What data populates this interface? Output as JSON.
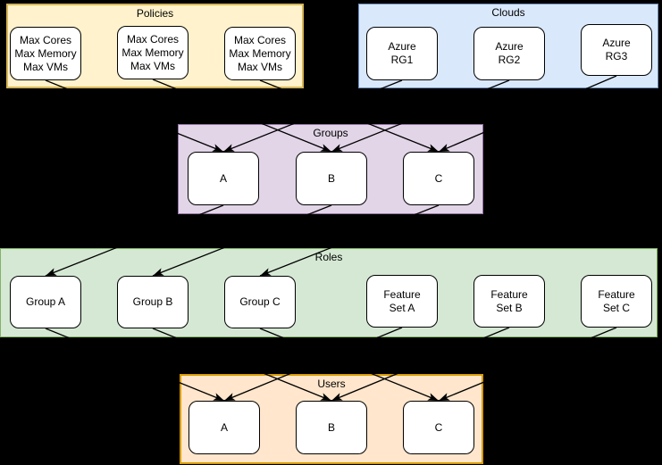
{
  "diagram": {
    "background": "#000000",
    "node_fill": "#FFFFFF",
    "node_border": "#000000",
    "edge_color": "#000000",
    "containers": [
      {
        "id": "policies",
        "title": "Policies",
        "fill": "#FFF2CC",
        "border": "#D6B656"
      },
      {
        "id": "clouds",
        "title": "Clouds",
        "fill": "#DAE8FC",
        "border": "#6C8EBF"
      },
      {
        "id": "groups",
        "title": "Groups",
        "fill": "#E1D5E7",
        "border": "#9673A6"
      },
      {
        "id": "roles",
        "title": "Roles",
        "fill": "#D5E8D4",
        "border": "#82B366"
      },
      {
        "id": "users",
        "title": "Users",
        "fill": "#FFE6CC",
        "border": "#D79B00"
      }
    ],
    "nodes": {
      "policies": [
        {
          "id": "policy-1",
          "label": "Max Cores\nMax Memory\nMax VMs"
        },
        {
          "id": "policy-2",
          "label": "Max Cores\nMax Memory\nMax VMs"
        },
        {
          "id": "policy-3",
          "label": "Max Cores\nMax Memory\nMax VMs"
        }
      ],
      "clouds": [
        {
          "id": "cloud-1",
          "label": "Azure\nRG1"
        },
        {
          "id": "cloud-2",
          "label": "Azure\nRG2"
        },
        {
          "id": "cloud-3",
          "label": "Azure\nRG3"
        }
      ],
      "groups": [
        {
          "id": "group-a",
          "label": "A"
        },
        {
          "id": "group-b",
          "label": "B"
        },
        {
          "id": "group-c",
          "label": "C"
        }
      ],
      "roles": [
        {
          "id": "role-group-a",
          "label": "Group A"
        },
        {
          "id": "role-group-b",
          "label": "Group B"
        },
        {
          "id": "role-group-c",
          "label": "Group C"
        },
        {
          "id": "feature-set-a",
          "label": "Feature\nSet A"
        },
        {
          "id": "feature-set-b",
          "label": "Feature\nSet B"
        },
        {
          "id": "feature-set-c",
          "label": "Feature\nSet C"
        }
      ],
      "users": [
        {
          "id": "user-a",
          "label": "A"
        },
        {
          "id": "user-b",
          "label": "B"
        },
        {
          "id": "user-c",
          "label": "C"
        }
      ]
    },
    "edges": [
      {
        "from": "policy-1",
        "to": "group-a"
      },
      {
        "from": "policy-2",
        "to": "group-b"
      },
      {
        "from": "policy-3",
        "to": "group-c"
      },
      {
        "from": "cloud-1",
        "to": "group-a"
      },
      {
        "from": "cloud-2",
        "to": "group-b"
      },
      {
        "from": "cloud-3",
        "to": "group-c"
      },
      {
        "from": "group-a",
        "to": "role-group-a"
      },
      {
        "from": "group-b",
        "to": "role-group-b"
      },
      {
        "from": "group-c",
        "to": "role-group-c"
      },
      {
        "from": "role-group-a",
        "to": "user-a"
      },
      {
        "from": "role-group-b",
        "to": "user-b"
      },
      {
        "from": "role-group-c",
        "to": "user-c"
      },
      {
        "from": "feature-set-a",
        "to": "user-a"
      },
      {
        "from": "feature-set-b",
        "to": "user-b"
      },
      {
        "from": "feature-set-c",
        "to": "user-c"
      }
    ]
  }
}
